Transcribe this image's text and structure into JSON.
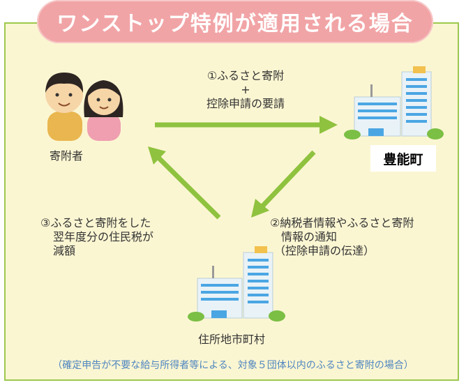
{
  "title": "ワンストップ特例が適用される場合",
  "arrow1_line1": "①ふるさと寄附",
  "arrow1_plus": "+",
  "arrow1_line2": "控除申請の要請",
  "donor_label": "寄附者",
  "town_label": "豊能町",
  "arrow2_lines": [
    "②納税者情報やふるさと寄附",
    "情報の通知",
    "（控除申請の伝達）"
  ],
  "arrow3_lines": [
    "③ふるさと寄附をした",
    "翌年度分の住民税が",
    "減額"
  ],
  "residence_label": "住所地市町村",
  "footnote": "（確定申告が不要な給与所得者等による、対象５団体以内のふるさと寄附の場合）",
  "colors": {
    "panel_bg": "#fbf6d2",
    "border": "#9cc84d",
    "banner": "#f1a4a6",
    "arrow": "#8fc23f",
    "footnote": "#4f86c0"
  }
}
